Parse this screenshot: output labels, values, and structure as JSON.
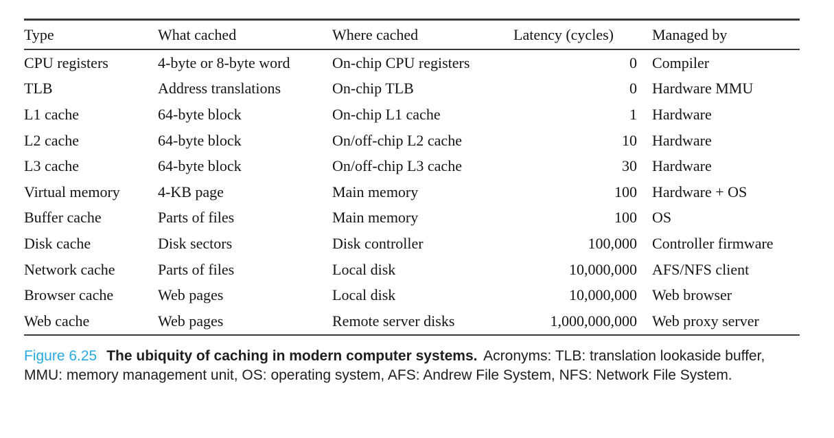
{
  "figure": {
    "table": {
      "columns": [
        {
          "key": "type",
          "label": "Type"
        },
        {
          "key": "what",
          "label": "What cached"
        },
        {
          "key": "where",
          "label": "Where cached"
        },
        {
          "key": "latency",
          "label": "Latency (cycles)"
        },
        {
          "key": "managed",
          "label": "Managed by"
        }
      ],
      "rows": [
        {
          "type": "CPU registers",
          "what": "4-byte or 8-byte word",
          "where": "On-chip CPU registers",
          "latency": "0",
          "managed": "Compiler"
        },
        {
          "type": "TLB",
          "what": "Address translations",
          "where": "On-chip TLB",
          "latency": "0",
          "managed": "Hardware MMU"
        },
        {
          "type": "L1 cache",
          "what": "64-byte block",
          "where": "On-chip L1 cache",
          "latency": "1",
          "managed": "Hardware"
        },
        {
          "type": "L2 cache",
          "what": "64-byte block",
          "where": "On/off-chip L2 cache",
          "latency": "10",
          "managed": "Hardware"
        },
        {
          "type": "L3 cache",
          "what": "64-byte block",
          "where": "On/off-chip L3 cache",
          "latency": "30",
          "managed": "Hardware"
        },
        {
          "type": "Virtual memory",
          "what": "4-KB page",
          "where": "Main memory",
          "latency": "100",
          "managed": "Hardware + OS"
        },
        {
          "type": "Buffer cache",
          "what": "Parts of files",
          "where": "Main memory",
          "latency": "100",
          "managed": "OS"
        },
        {
          "type": "Disk cache",
          "what": "Disk sectors",
          "where": "Disk controller",
          "latency": "100,000",
          "managed": "Controller firmware"
        },
        {
          "type": "Network cache",
          "what": "Parts of files",
          "where": "Local disk",
          "latency": "10,000,000",
          "managed": "AFS/NFS client"
        },
        {
          "type": "Browser cache",
          "what": "Web pages",
          "where": "Local disk",
          "latency": "10,000,000",
          "managed": "Web browser"
        },
        {
          "type": "Web cache",
          "what": "Web pages",
          "where": "Remote server disks",
          "latency": "1,000,000,000",
          "managed": "Web proxy server"
        }
      ]
    },
    "caption": {
      "label": "Figure 6.25",
      "title": "The ubiquity of caching in modern computer systems.",
      "text": "Acronyms: TLB: translation lookaside buffer, MMU: memory management unit, OS: operating system, AFS: Andrew File System, NFS: Network File System."
    },
    "colors": {
      "figure_label": "#29a9e1",
      "text": "#141414",
      "rule": "#3a3a3a"
    }
  }
}
